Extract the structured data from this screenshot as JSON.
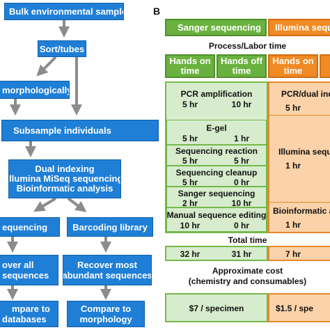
{
  "panel_a": {
    "boxes": {
      "bulk_sample": "Bulk environmental sample",
      "sort_tubes": "Sort/tubes",
      "morphologically": "morphologically",
      "subsample": "Subsample individuals",
      "dual_indexing": [
        "Dual indexing",
        "Illumina MiSeq sequencing",
        "Bioinformatic analysis"
      ],
      "sequencing": "equencing",
      "barcoding_library": "Barcoding library",
      "recover_all": [
        "over all",
        "sequences"
      ],
      "recover_abundant": [
        "Recover most",
        "abundant sequences"
      ],
      "compare_databases": [
        "mpare to",
        "databases"
      ],
      "compare_morphology": [
        "Compare to",
        "morphology"
      ]
    }
  },
  "panel_b": {
    "label": "B",
    "sanger_header": "Sanger sequencing",
    "illumina_header": "Illumina sequ",
    "process_title": "Process/Labor time",
    "hands_on": [
      "Hands on",
      "time"
    ],
    "hands_off": [
      "Hands off",
      "time"
    ],
    "illumina_hands_on": [
      "Hands on",
      "time"
    ],
    "sanger_steps": [
      {
        "name": "PCR amplification",
        "on": "5 hr",
        "off": "10 hr"
      },
      {
        "name": "E-gel",
        "on": "5 hr",
        "off": "1 hr"
      },
      {
        "name": "Sequencing reaction",
        "on": "5 hr",
        "off": "5 hr"
      },
      {
        "name": "Sequencing cleanup",
        "on": "5 hr",
        "off": "0 hr"
      },
      {
        "name": "Sanger sequencing",
        "on": "2 hr",
        "off": "10 hr"
      },
      {
        "name": "Manual sequence editing",
        "on": "10 hr",
        "off": "0 hr"
      }
    ],
    "illumina_steps": [
      {
        "name": "PCR/dual ind",
        "on": "5 hr"
      },
      {
        "name": "Illumina sequ",
        "on": "1 hr"
      },
      {
        "name": "Bioinformatic a",
        "on": "1 hr"
      }
    ],
    "total_title": "Total time",
    "sanger_total": {
      "on": "32 hr",
      "off": "31 hr"
    },
    "illumina_total": {
      "on": "7 hr"
    },
    "cost_title": [
      "Approximate cost",
      "(chemistry and consumables)"
    ],
    "sanger_cost": "$7 / specimen",
    "illumina_cost": "$1.5 / spe"
  },
  "colors": {
    "flow_blue": "#1f7fd6",
    "arrow_gray": "#8c8c8c",
    "sanger_green": "#6ab23f",
    "sanger_light": "#d6eccd",
    "illumina_orange": "#f08a24",
    "illumina_light": "#fbd2a9"
  }
}
